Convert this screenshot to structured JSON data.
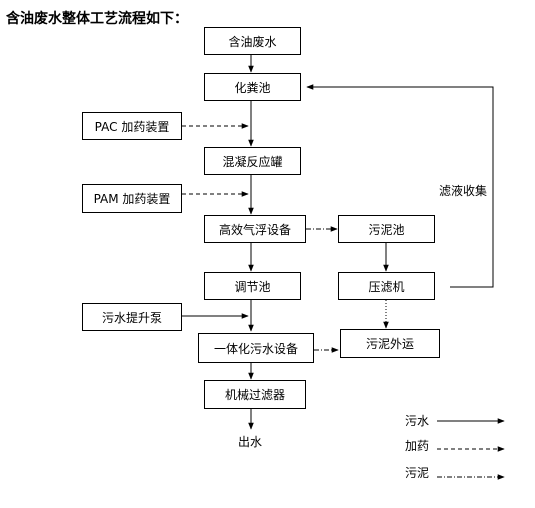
{
  "title": "含油废水整体工艺流程如下：",
  "nodes": {
    "oily_wastewater": "含油废水",
    "septic_tank": "化粪池",
    "pac_dosing": "PAC 加药装置",
    "coagulation_tank": "混凝反应罐",
    "pam_dosing": "PAM 加药装置",
    "daf": "高效气浮设备",
    "sludge_tank": "污泥池",
    "regulating_tank": "调节池",
    "filter_press": "压滤机",
    "lift_pump": "污水提升泵",
    "integrated_equipment": "一体化污水设备",
    "sludge_out": "污泥外运",
    "mechanical_filter": "机械过滤器"
  },
  "labels": {
    "filtrate_collection": "滤液收集",
    "effluent": "出水"
  },
  "legend": {
    "wastewater": "污水",
    "dosing": "加药",
    "sludge": "污泥"
  }
}
